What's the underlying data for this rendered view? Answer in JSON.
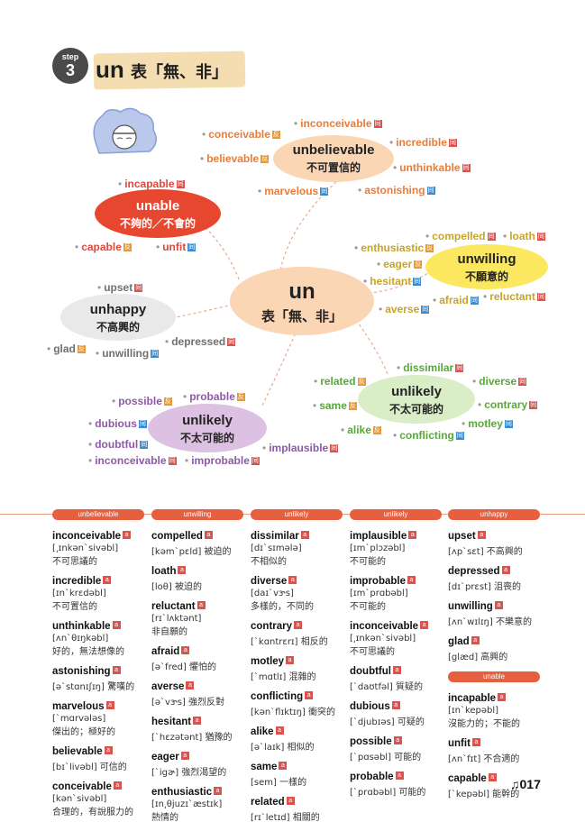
{
  "header": {
    "step_label": "step",
    "step_number": "3",
    "title": "un",
    "subtitle": "表「無、非」"
  },
  "mindmap": {
    "center": {
      "en": "un",
      "zh": "表「無、非」"
    },
    "unbelievable": {
      "en": "unbelievable",
      "zh": "不可置信的",
      "words": [
        "conceivable",
        "inconceivable",
        "incredible",
        "believable",
        "unthinkable",
        "marvelous",
        "astonishing"
      ]
    },
    "unable": {
      "en": "unable",
      "zh": "不夠的／不會的",
      "words": [
        "incapable",
        "capable",
        "unfit"
      ]
    },
    "unwilling": {
      "en": "unwilling",
      "zh": "不願意的",
      "words": [
        "compelled",
        "loath",
        "enthusiastic",
        "eager",
        "hesitant",
        "afraid",
        "reluctant",
        "averse"
      ]
    },
    "unhappy": {
      "en": "unhappy",
      "zh": "不高興的",
      "words": [
        "upset",
        "glad",
        "unwilling",
        "depressed"
      ]
    },
    "unlikely_right": {
      "en": "unlikely",
      "zh": "不太可能的",
      "words": [
        "dissimilar",
        "related",
        "diverse",
        "same",
        "contrary",
        "alike",
        "motley",
        "conflicting"
      ]
    },
    "unlikely_left": {
      "en": "unlikely",
      "zh": "不太可能的",
      "words": [
        "possible",
        "probable",
        "dubious",
        "doubtful",
        "implausible",
        "inconceivable",
        "improbable"
      ]
    }
  },
  "columns": [
    {
      "head": "unbelievable",
      "entries": [
        {
          "w": "inconceivable",
          "p": "[͵ɪnkənˋsivəbl]",
          "m": "不可思議的"
        },
        {
          "w": "incredible",
          "p": "[ɪnˋkrɛdəbl]",
          "m": "不可置信的"
        },
        {
          "w": "unthinkable",
          "p": "[ʌnˋθɪŋkəbl]",
          "m": "好的，無法想像的"
        },
        {
          "w": "astonishing",
          "p": "[əˋstɑnɪʃɪŋ] 驚嘆的",
          "m": ""
        },
        {
          "w": "marvelous",
          "p": "[ˋmɑrvələs]",
          "m": "傑出的；極好的"
        },
        {
          "w": "believable",
          "p": "[bɪˋlivəbl] 可信的",
          "m": ""
        },
        {
          "w": "conceivable",
          "p": "[kənˋsivəbl]",
          "m": "合理的，有說服力的"
        }
      ]
    },
    {
      "head": "unwilling",
      "entries": [
        {
          "w": "compelled",
          "p": "[kəmˋpɛld] 被迫的",
          "m": ""
        },
        {
          "w": "loath",
          "p": "[loθ] 被迫的",
          "m": ""
        },
        {
          "w": "reluctant",
          "p": "[rɪˋlʌktənt]",
          "m": "非自願的"
        },
        {
          "w": "afraid",
          "p": "[əˋfred] 懼怕的",
          "m": ""
        },
        {
          "w": "averse",
          "p": "[əˋvɝs] 強烈反對",
          "m": ""
        },
        {
          "w": "hesitant",
          "p": "[ˋhɛzətənt] 猶豫的",
          "m": ""
        },
        {
          "w": "eager",
          "p": "[ˋigɚ] 強烈渴望的",
          "m": ""
        },
        {
          "w": "enthusiastic",
          "p": "[ɪn͵θjuzɪˋæstɪk]",
          "m": "熱情的"
        }
      ]
    },
    {
      "head": "unlikely",
      "entries": [
        {
          "w": "dissimilar",
          "p": "[dɪˋsɪmələ]",
          "m": "不相似的"
        },
        {
          "w": "diverse",
          "p": "[daɪˋvɝs]",
          "m": "多樣的，不同的"
        },
        {
          "w": "contrary",
          "p": "[ˋkɑntrɛrɪ] 相反的",
          "m": ""
        },
        {
          "w": "motley",
          "p": "[ˋmɑtlɪ] 混雜的",
          "m": ""
        },
        {
          "w": "conflicting",
          "p": "[kənˋflɪktɪŋ] 衝突的",
          "m": ""
        },
        {
          "w": "alike",
          "p": "[əˋlaɪk] 相似的",
          "m": ""
        },
        {
          "w": "same",
          "p": "[sem] 一樣的",
          "m": ""
        },
        {
          "w": "related",
          "p": "[rɪˋletɪd] 相關的",
          "m": ""
        }
      ]
    },
    {
      "head": "unlikely",
      "entries": [
        {
          "w": "implausible",
          "p": "[ɪmˋplɔzəbl]",
          "m": "不可能的"
        },
        {
          "w": "improbable",
          "p": "[ɪmˋprɑbəbl]",
          "m": "不可能的"
        },
        {
          "w": "inconceivable",
          "p": "[͵ɪnkənˋsivəbl]",
          "m": "不可思議的"
        },
        {
          "w": "doubtful",
          "p": "[ˋdaʊtfəl] 質疑的",
          "m": ""
        },
        {
          "w": "dubious",
          "p": "[ˋdjubɪəs] 可疑的",
          "m": ""
        },
        {
          "w": "possible",
          "p": "[ˋpɑsəbl] 可能的",
          "m": ""
        },
        {
          "w": "probable",
          "p": "[ˋprɑbəbl] 可能的",
          "m": ""
        }
      ]
    },
    {
      "head": "unhappy",
      "entries": [
        {
          "w": "upset",
          "p": "[ʌpˋsɛt] 不高興的",
          "m": ""
        },
        {
          "w": "depressed",
          "p": "[dɪˋprɛst] 沮喪的",
          "m": ""
        },
        {
          "w": "unwilling",
          "p": "[ʌnˋwɪlɪŋ] 不樂意的",
          "m": ""
        },
        {
          "w": "glad",
          "p": "[glæd] 高興的",
          "m": ""
        }
      ],
      "head2": "unable",
      "entries2": [
        {
          "w": "incapable",
          "p": "[ɪnˋkepəbl]",
          "m": "沒能力的；不能的"
        },
        {
          "w": "unfit",
          "p": "[ʌnˋfɪt] 不合適的",
          "m": ""
        },
        {
          "w": "capable",
          "p": "[ˋkepəbl] 能幹的",
          "m": ""
        }
      ]
    }
  ],
  "page_number": "♫017",
  "colors": {
    "accent": "#e65f3f",
    "orange_bubble": "#fbd6b5",
    "red_bubble": "#e8472f",
    "yellow_bubble": "#fbe860",
    "grey_bubble": "#e9e9e9",
    "green_bubble": "#d9edc7",
    "purple_bubble": "#ddc1e2"
  }
}
